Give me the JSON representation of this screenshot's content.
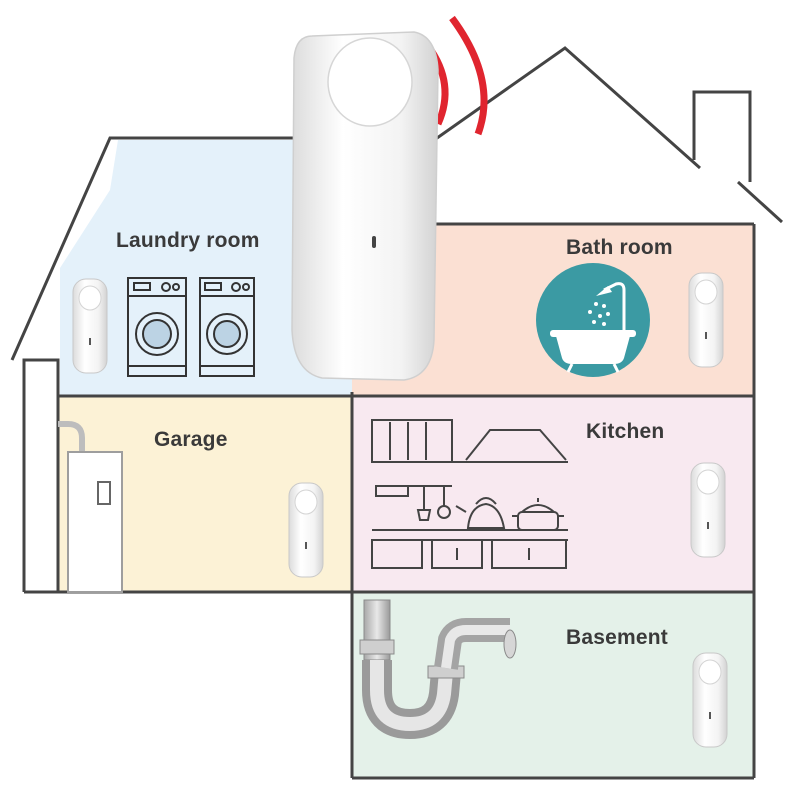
{
  "rooms": {
    "laundry": {
      "label": "Laundry room",
      "color": "#e4f1fa"
    },
    "bath": {
      "label": "Bath room",
      "color": "#fbe0d3"
    },
    "garage": {
      "label": "Garage",
      "color": "#fcf2d6"
    },
    "kitchen": {
      "label": "Kitchen",
      "color": "#f8e9f0"
    },
    "basement": {
      "label": "Basement",
      "color": "#e4f1e9"
    }
  },
  "colors": {
    "outline": "#444444",
    "signal": "#e0252f",
    "tub": "#3b9aa3",
    "device": "#f4f4f4"
  },
  "icons": [
    "water-leak-alarm-icon",
    "signal-waves-icon",
    "washing-machine-icon",
    "bathtub-shower-icon",
    "kitchen-icon",
    "water-heater-icon",
    "drain-pipe-icon"
  ]
}
